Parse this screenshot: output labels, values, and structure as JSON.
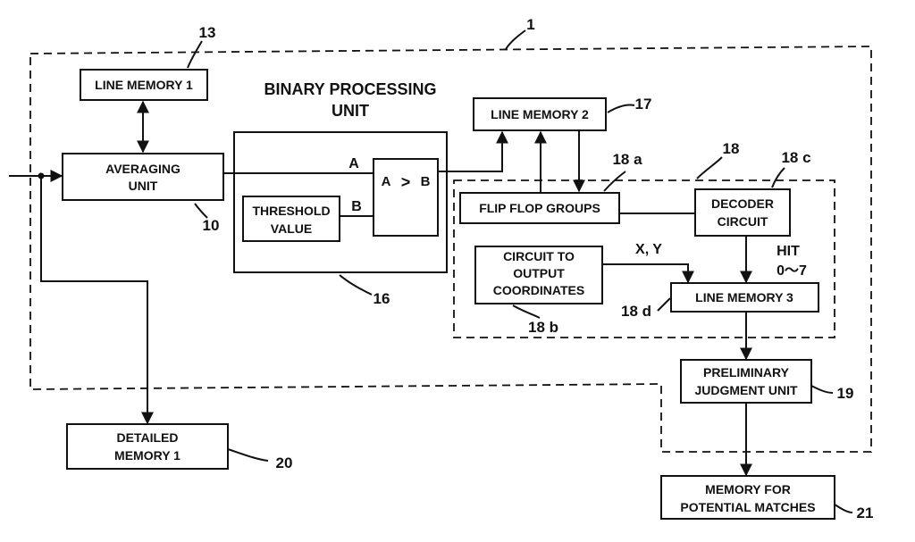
{
  "blocks": {
    "line_memory_1": "LINE MEMORY 1",
    "averaging_unit": [
      "AVERAGING",
      "UNIT"
    ],
    "threshold_value": [
      "THRESHOLD",
      "VALUE"
    ],
    "binary_processing_unit": [
      "BINARY PROCESSING",
      "UNIT"
    ],
    "line_memory_2": "LINE MEMORY 2",
    "flip_flop_groups": "FLIP FLOP GROUPS",
    "decoder_circuit": [
      "DECODER",
      "CIRCUIT"
    ],
    "circuit_output_coordinates": [
      "CIRCUIT TO",
      "OUTPUT",
      "COORDINATES"
    ],
    "line_memory_3": "LINE MEMORY 3",
    "preliminary_judgment_unit": [
      "PRELIMINARY",
      "JUDGMENT UNIT"
    ],
    "detailed_memory_1": [
      "DETAILED",
      "MEMORY 1"
    ],
    "memory_potential_matches": [
      "MEMORY FOR",
      "POTENTIAL MATCHES"
    ]
  },
  "signals": {
    "a": "A",
    "b": "B",
    "comparator_a": "A",
    "comparator_gt": ">",
    "comparator_b": "B",
    "xy": "X, Y",
    "hit": [
      "HIT",
      "0～7"
    ]
  },
  "ref_numbers": {
    "n1": "1",
    "n10": "10",
    "n13": "13",
    "n16": "16",
    "n17": "17",
    "n18": "18",
    "n18a": "18 a",
    "n18b": "18 b",
    "n18c": "18 c",
    "n18d": "18 d",
    "n19": "19",
    "n20": "20",
    "n21": "21"
  }
}
